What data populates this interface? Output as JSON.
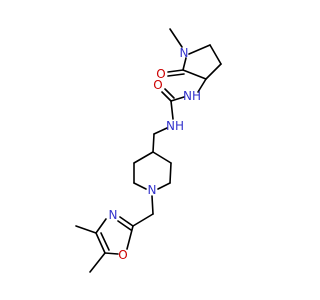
{
  "colors": {
    "nitrogen": "#3333cc",
    "oxygen": "#cc0000",
    "carbon_bond": "#000000",
    "background": "#ffffff"
  },
  "atoms": {
    "n_methyl_lactam": "N",
    "o_lactam": "O",
    "nh_urea_top": "NH",
    "o_urea": "O",
    "nh_urea_bottom": "NH",
    "n_piperidine": "N",
    "n_oxazole": "N",
    "o_oxazole": "O"
  }
}
